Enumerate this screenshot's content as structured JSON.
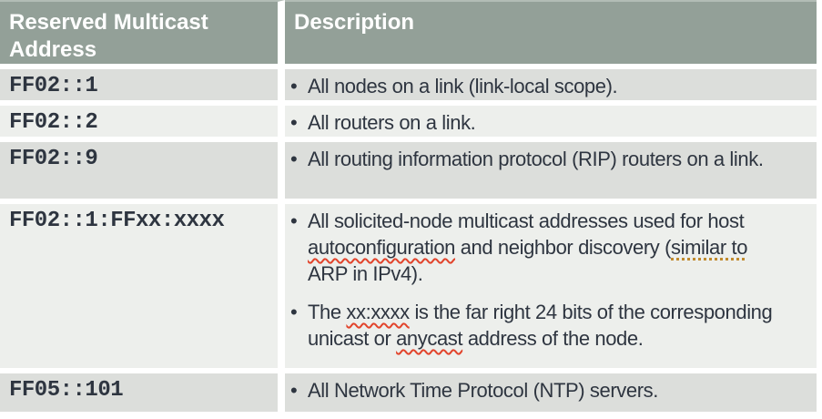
{
  "colors": {
    "header-bg": "#93A098",
    "header-text": "#FFFFFF",
    "row-dark": "#DCDEDB",
    "row-light": "#EDEFEC",
    "body-text": "#2E3540",
    "divider": "#FFFFFF",
    "spell-underline": "#E2442C",
    "grammar-underline": "#C08A2D",
    "header-top-edge": "#B2BCB5"
  },
  "table": {
    "bullet_char": "•",
    "columns": [
      {
        "id": "address",
        "label": "Reserved Multicast Address"
      },
      {
        "id": "description",
        "label": "Description"
      }
    ],
    "rows": [
      {
        "address": "FF02::1",
        "bullets": [
          [
            {
              "text": "All nodes on a link (link-local scope)."
            }
          ]
        ]
      },
      {
        "address": "FF02::2",
        "bullets": [
          [
            {
              "text": "All routers on a link."
            }
          ]
        ]
      },
      {
        "address": "FF02::9",
        "bullets": [
          [
            {
              "text": "All routing information protocol (RIP) routers on a link."
            }
          ]
        ]
      },
      {
        "address": "FF02::1:FFxx:xxxx",
        "bullets": [
          [
            {
              "text": "All solicited-node multicast addresses used for host "
            },
            {
              "text": "autoconfiguration",
              "underline": "spell"
            },
            {
              "text": " and neighbor discovery ("
            },
            {
              "text": "similar to",
              "underline": "grammar"
            },
            {
              "text": " ARP in IPv4)."
            }
          ],
          [
            {
              "text": "The "
            },
            {
              "text": "xx:xxxx",
              "underline": "spell"
            },
            {
              "text": " is the far right 24 bits of the corresponding unicast or "
            },
            {
              "text": "anycast",
              "underline": "spell"
            },
            {
              "text": " address of the node."
            }
          ]
        ]
      },
      {
        "address": "FF05::101",
        "bullets": [
          [
            {
              "text": "All Network Time Protocol (NTP) servers."
            }
          ]
        ]
      }
    ]
  }
}
